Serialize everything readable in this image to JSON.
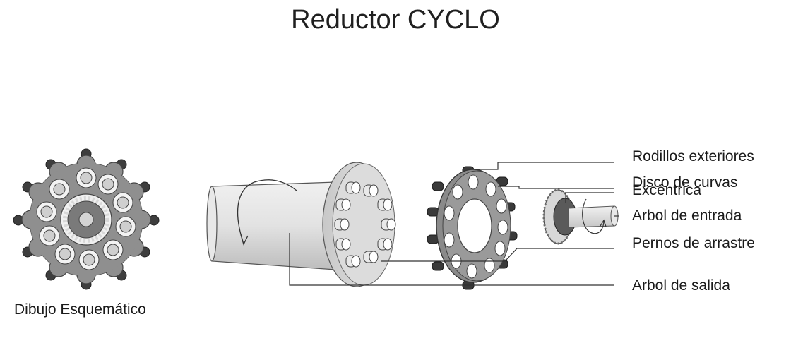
{
  "title": "Reductor CYCLO",
  "schematic_caption": "Dibujo Esquemático",
  "labels": {
    "outer_rollers": "Rodillos exteriores",
    "cam_disc": "Disco de curvas",
    "eccentric": "Excéntrica",
    "input_shaft": "Arbol de entrada",
    "drive_pins": "Pernos de arrastre",
    "output_shaft": "Arbol de salida"
  }
}
